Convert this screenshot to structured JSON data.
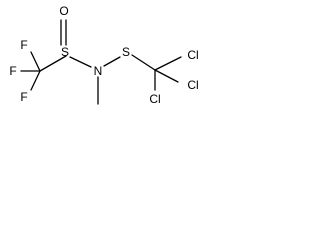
{
  "structure": {
    "atoms": {
      "f_left": "F",
      "f_top": "F",
      "f_bottom": "F",
      "o_sulfinyl": "O",
      "s_sulfinyl": "S",
      "n_amine": "N",
      "s_sulfenyl": "S",
      "cl_top": "Cl",
      "cl_right": "Cl",
      "cl_bottom": "Cl"
    },
    "colors": {
      "bond": "#000000",
      "label": "#000000",
      "background": "#ffffff"
    }
  }
}
